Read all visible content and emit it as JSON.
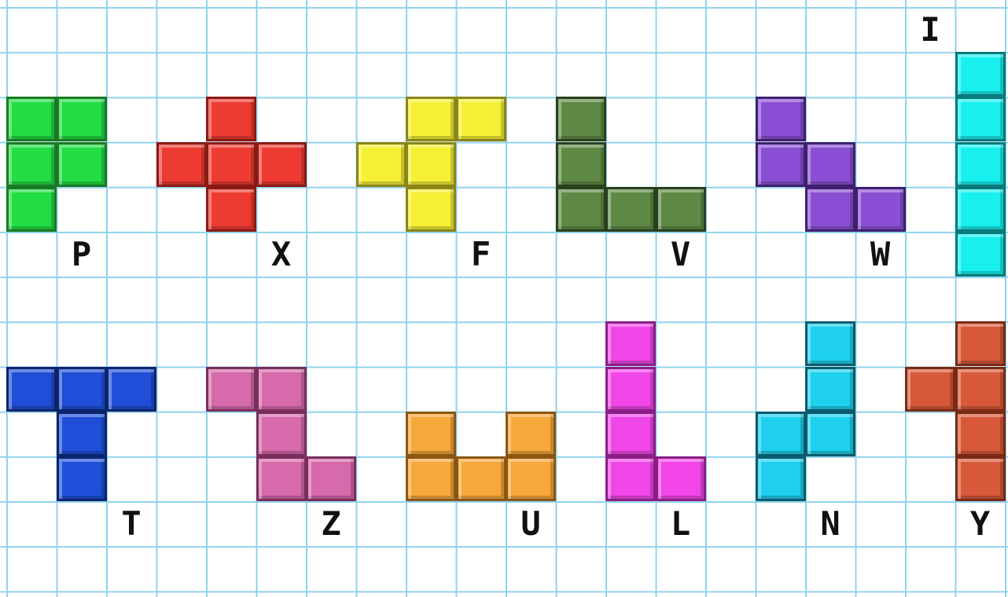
{
  "board": {
    "line_color": "#8fd3ee",
    "background": "#ffffff"
  },
  "pieces": [
    {
      "name": "P",
      "label": "P",
      "color": "#22dd44",
      "border": "#1a7a24"
    },
    {
      "name": "X",
      "label": "X",
      "color": "#ee3b32",
      "border": "#8a1a14"
    },
    {
      "name": "F",
      "label": "F",
      "color": "#f5f035",
      "border": "#8a8618"
    },
    {
      "name": "V",
      "label": "V",
      "color": "#5f8a45",
      "border": "#2a401c"
    },
    {
      "name": "W",
      "label": "W",
      "color": "#8a4fd4",
      "border": "#3f1f6e"
    },
    {
      "name": "I",
      "label": "I",
      "color": "#18f0f0",
      "border": "#0a7a7a"
    },
    {
      "name": "T",
      "label": "T",
      "color": "#1f4fd8",
      "border": "#0c246e"
    },
    {
      "name": "Z",
      "label": "Z",
      "color": "#d66aaa",
      "border": "#7a2e5c"
    },
    {
      "name": "U",
      "label": "U",
      "color": "#f7a83a",
      "border": "#8a5610"
    },
    {
      "name": "L",
      "label": "L",
      "color": "#f247e8",
      "border": "#8a1e84"
    },
    {
      "name": "N",
      "label": "N",
      "color": "#1ed0ee",
      "border": "#0a5c6e"
    },
    {
      "name": "Y",
      "label": "Y",
      "color": "#d8593a",
      "border": "#7a2a14"
    }
  ]
}
